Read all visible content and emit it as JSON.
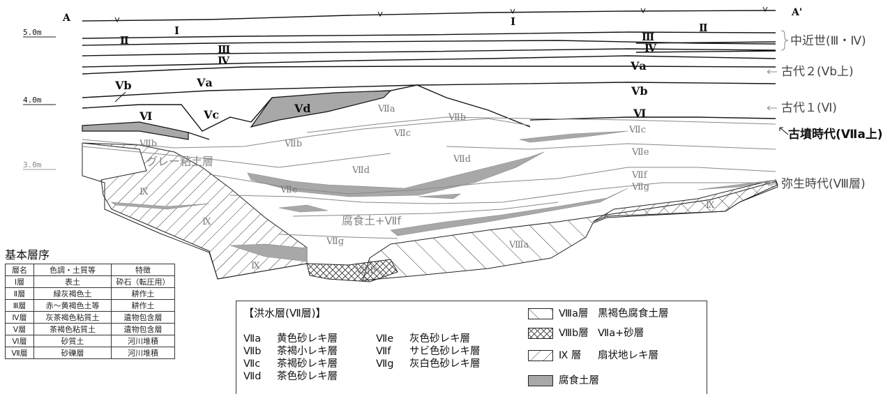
{
  "section": {
    "endpoint_left": "A",
    "endpoint_right": "A'",
    "elevations": [
      "5.0m",
      "4.0m",
      "3.0m"
    ],
    "layer_labels": {
      "I": "I",
      "II": "Ⅱ",
      "III": "Ⅲ",
      "IV": "Ⅳ",
      "Va": "Ⅴa",
      "Vb": "Ⅴb",
      "Vc": "Ⅴc",
      "Vd": "Ⅴd",
      "VI": "Ⅵ",
      "VIIa": "Ⅶa",
      "VIIb": "Ⅶb",
      "VIIc": "Ⅶc",
      "VIId": "Ⅶd",
      "VIIe": "Ⅶe",
      "VIIf": "Ⅶf",
      "VIIg": "Ⅶg",
      "VIIIa": "Ⅷa",
      "VIIIb": "Ⅷb",
      "IX": "Ⅸ",
      "grey_clay": "グレー粘土層",
      "humus_VIIf": "腐食土+Ⅶf"
    },
    "period_labels": [
      "中近世(Ⅲ・Ⅳ)",
      "古代２(Ⅴb上)",
      "古代１(Ⅵ)",
      "古墳時代(Ⅶa上)",
      "弥生時代(Ⅷ層)"
    ]
  },
  "basic_sequence": {
    "title": "基本層序",
    "headers": [
      "層名",
      "色調・土質等",
      "特徴"
    ],
    "rows": [
      [
        "Ⅰ層",
        "表土",
        "砕石（転圧用）"
      ],
      [
        "Ⅱ層",
        "緑灰褐色土",
        "耕作土"
      ],
      [
        "Ⅲ層",
        "赤～黄褐色土等",
        "耕作土"
      ],
      [
        "Ⅳ層",
        "灰茶褐色粘質土",
        "遺物包含層"
      ],
      [
        "Ⅴ層",
        "茶褐色粘質土",
        "遺物包含層"
      ],
      [
        "Ⅵ層",
        "砂質土",
        "河川堆積"
      ],
      [
        "Ⅶ層",
        "砂礫層",
        "河川堆積"
      ]
    ]
  },
  "flood_legend": {
    "title": "【洪水層(Ⅶ層)】",
    "items": [
      {
        "code": "Ⅶa",
        "desc": "黄色砂レキ層"
      },
      {
        "code": "Ⅶb",
        "desc": "茶褐小レキ層"
      },
      {
        "code": "Ⅶc",
        "desc": "茶褐砂レキ層"
      },
      {
        "code": "Ⅶd",
        "desc": "茶色砂レキ層"
      },
      {
        "code": "Ⅶe",
        "desc": "灰色砂レキ層"
      },
      {
        "code": "Ⅶf",
        "desc": "サビ色砂レキ層"
      },
      {
        "code": "Ⅶg",
        "desc": "灰白色砂レキ層"
      }
    ],
    "swatches": [
      {
        "pattern": "diagonal-wide",
        "code": "Ⅷa層",
        "desc": "黒褐色腐食土層"
      },
      {
        "pattern": "crosshatch",
        "code": "Ⅷb層",
        "desc": "Ⅶa+砂層"
      },
      {
        "pattern": "diagonal-dense",
        "code": "Ⅸ 層",
        "desc": "扇状地レキ層"
      },
      {
        "pattern": "solid-grey",
        "code": "",
        "desc": "腐食土層"
      }
    ],
    "colors": {
      "humus": "#a8a8a8",
      "line": "#222222",
      "grey_text": "#888888"
    }
  }
}
